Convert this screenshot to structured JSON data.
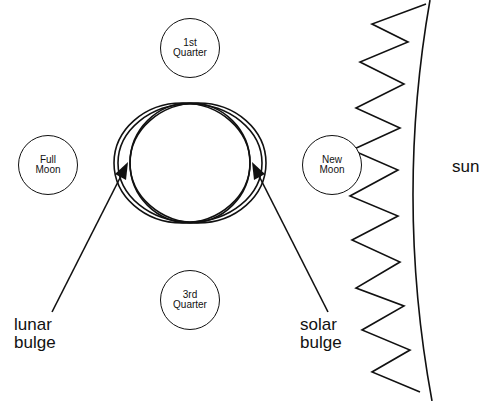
{
  "diagram": {
    "nodes": [
      {
        "text": [
          "1st Quarter"
        ]
      },
      {
        "text": [
          "Full Moon"
        ]
      },
      {
        "text": [
          "New Moon"
        ]
      },
      {
        "text": [
          "3rd Quarter"
        ]
      }
    ],
    "labels": [
      "lunar bulge",
      "solar bulge",
      "sun"
    ]
  }
}
